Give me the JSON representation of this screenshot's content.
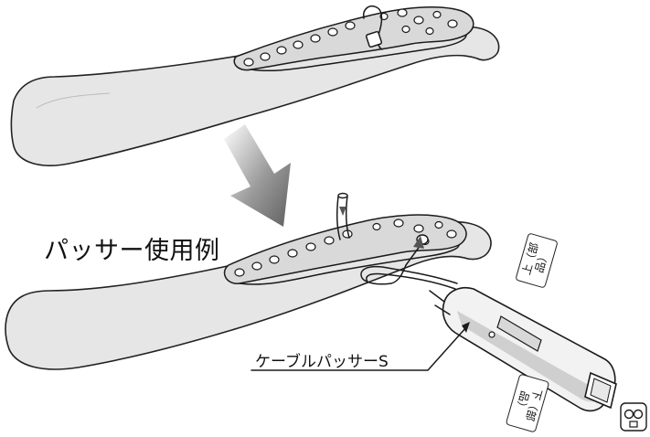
{
  "caption": "パッサー使用例",
  "callout": "ケーブルパッサーS",
  "tags": [
    {
      "text": "上（部品）"
    },
    {
      "text": "下（部品）"
    }
  ],
  "icons": [
    "dual-ring-icon"
  ]
}
